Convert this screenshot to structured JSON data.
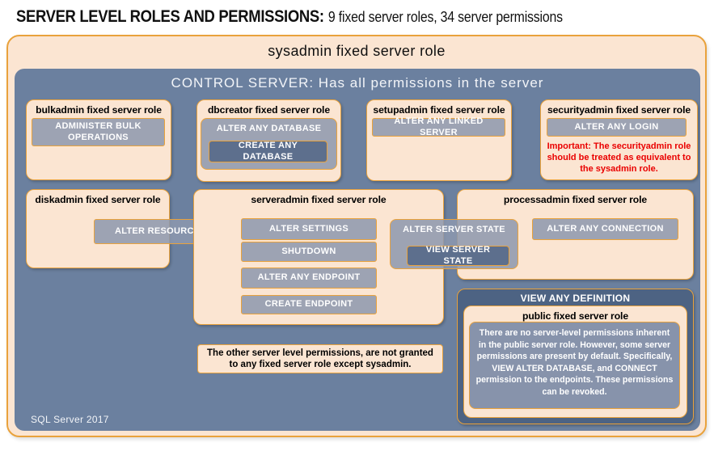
{
  "title": {
    "main": "SERVER LEVEL ROLES AND PERMISSIONS:",
    "subtitle": "9 fixed server roles, 34 server permissions"
  },
  "sysadmin_label": "sysadmin fixed server role",
  "control_server_label": "CONTROL SERVER: Has all permissions in the server",
  "roles": {
    "bulkadmin": {
      "title": "bulkadmin fixed server role",
      "permission": "ADMINISTER BULK OPERATIONS"
    },
    "dbcreator": {
      "title": "dbcreator fixed server role",
      "permission_outer": "ALTER ANY DATABASE",
      "permission_inner": "CREATE ANY DATABASE"
    },
    "setupadmin": {
      "title": "setupadmin fixed server role",
      "permission": "ALTER ANY LINKED SERVER"
    },
    "securityadmin": {
      "title": "securityadmin fixed server role",
      "permission": "ALTER ANY LOGIN",
      "warning": "Important: The securityadmin role should be treated as equivalent to the sysadmin role."
    },
    "diskadmin": {
      "title": "diskadmin fixed server role",
      "permission": "ALTER RESOURCES"
    },
    "serveradmin": {
      "title": "serveradmin fixed server role",
      "permissions": [
        "ALTER SETTINGS",
        "SHUTDOWN",
        "ALTER ANY ENDPOINT",
        "CREATE ENDPOINT"
      ],
      "permission_outer": "ALTER SERVER STATE",
      "permission_inner": "VIEW SERVER STATE"
    },
    "processadmin": {
      "title": "processadmin fixed server role",
      "permission": "ALTER ANY CONNECTION"
    },
    "public": {
      "container_permission": "VIEW ANY DEFINITION",
      "title": "public fixed server role",
      "note": "There are no server-level permissions inherent in the public server role. However, some server permissions are present by default. Specifically, VIEW ALTER DATABASE, and CONNECT permission to the endpoints. These permissions can be revoked."
    }
  },
  "note": "The other server level permissions, are not granted to any fixed server role except sysadmin.",
  "footer": "SQL Server 2017",
  "colors": {
    "peach": "#FBE5D2",
    "blue": "#6B809F",
    "dark_blue": "#4D6383",
    "permission_gray": "#8C98AE",
    "permission_dark": "#5D6F8D",
    "border_orange": "#E9A23C",
    "warning_red": "#EA0000"
  }
}
